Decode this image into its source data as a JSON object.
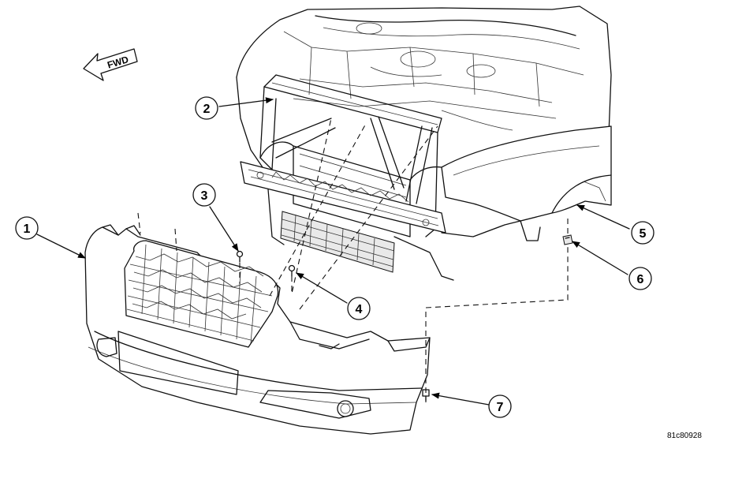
{
  "direction_label": "FWD",
  "figure_code": "81c80928",
  "callouts": [
    {
      "num": "1",
      "part": "fascia"
    },
    {
      "num": "2",
      "part": "support"
    },
    {
      "num": "3",
      "part": "fastener"
    },
    {
      "num": "4",
      "part": "fastener"
    },
    {
      "num": "5",
      "part": "fender"
    },
    {
      "num": "6",
      "part": "fastener"
    },
    {
      "num": "7",
      "part": "fastener"
    }
  ]
}
